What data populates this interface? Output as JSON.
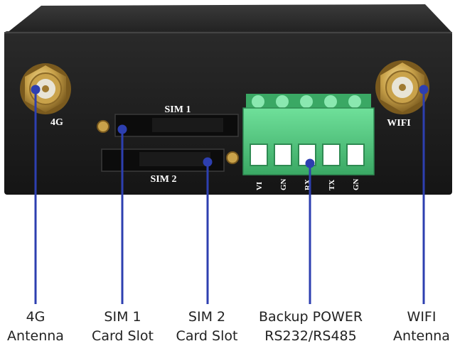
{
  "device": {
    "sim1_printed": "SIM 1",
    "sim2_printed": "SIM 2",
    "port_4g_printed": "4G",
    "port_wifi_printed": "WIFI",
    "terminal_pins": [
      "VI",
      "GN",
      "RX",
      "TX",
      "GN"
    ]
  },
  "callouts": [
    {
      "line1": "4G",
      "line2": "Antenna"
    },
    {
      "line1": "SIM 1",
      "line2": "Card Slot"
    },
    {
      "line1": "SIM 2",
      "line2": "Card Slot"
    },
    {
      "line1": "Backup POWER",
      "line2": "RS232/RS485"
    },
    {
      "line1": "WIFI",
      "line2": "Antenna"
    }
  ],
  "colors": {
    "housing": "#1c1c1c",
    "terminal": "#4cc87a",
    "antenna_gold": "#c9a24a",
    "callout_line": "#2d3fb0"
  }
}
